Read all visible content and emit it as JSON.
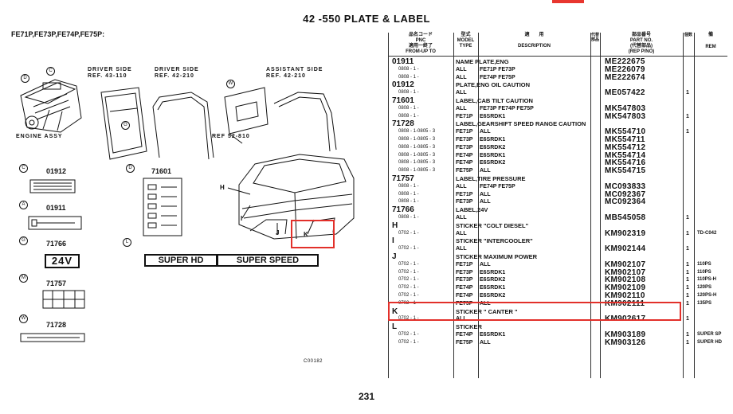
{
  "page": {
    "title": "42 -550    PLATE & LABEL",
    "number": "231",
    "accent_color": "#e8362f",
    "callout_color": "#e2302a"
  },
  "illustration": {
    "model_header": "FE71P,FE73P,FE74P,FE75P:",
    "views": [
      {
        "label": "DRIVER SIDE",
        "ref": "REF. 43-110"
      },
      {
        "label": "DRIVER SIDE",
        "ref": "REF. 42-210"
      },
      {
        "label": "ASSISTANT SIDE",
        "ref": "REF. 42-210"
      }
    ],
    "engine_label": "ENGINE ASSY",
    "ref_bottom": "REF 52-810",
    "codes": {
      "c": "01912",
      "d": "71601",
      "a": "01911",
      "g": "71766",
      "m": "71757",
      "w": "71728"
    },
    "markers": {
      "c": "C",
      "d": "D",
      "a": "A",
      "g": "G",
      "l": "L",
      "m": "M",
      "w": "W"
    },
    "cab_letters": {
      "h": "H",
      "i": "I",
      "j": "J",
      "k": "K"
    },
    "view_letters": {
      "d": "D",
      "c": "C",
      "w": "W",
      "g": "G"
    },
    "sticker_24v": "24V",
    "super_hd": "SUPER HD",
    "super_speed": "SUPER SPEED",
    "drawing_code": "C00182"
  },
  "table": {
    "headers": {
      "pnc_jp": "品名コード",
      "pnc": "PNC",
      "from_jp": "適用一終了",
      "from": "FROM-UP TO",
      "model_jp": "型式",
      "model": "MODEL",
      "type": "TYPE",
      "desc_jp": "適　　用",
      "desc": "DESCRIPTION",
      "alt_jp": "代替部品",
      "part_jp": "部品番号",
      "part": "PART NO.",
      "part_jp2": "(代替部品)",
      "part_rep": "(REP P/NO)",
      "qty_jp": "個数",
      "rem_jp": "備",
      "rem": "REM"
    },
    "rows": [
      {
        "pnc": "01911",
        "from": "",
        "model": "NAME PLATE,ENG",
        "subtype": "",
        "part": "ME222675",
        "qty": "",
        "note": "",
        "is_desc": true
      },
      {
        "pnc": "",
        "from": "0808 - 1 -",
        "model": "ALL",
        "subtype": "FE71P FE73P",
        "part": "ME226079",
        "qty": "",
        "note": ""
      },
      {
        "pnc": "",
        "from": "0808 - 1 -",
        "model": "ALL",
        "subtype": "FE74P FE75P",
        "part": "ME222674",
        "qty": "",
        "note": ""
      },
      {
        "pnc": "01912",
        "from": "",
        "model": "PLATE,ENG OIL CAUTION",
        "subtype": "",
        "part": "",
        "qty": "",
        "note": "",
        "is_desc": true
      },
      {
        "pnc": "",
        "from": "0808 - 1 -",
        "model": "ALL",
        "subtype": "",
        "part": "ME057422",
        "qty": "1",
        "note": ""
      },
      {
        "pnc": "71601",
        "from": "",
        "model": "LABEL,CAB TILT CAUTION",
        "subtype": "",
        "part": "",
        "qty": "",
        "note": "",
        "is_desc": true
      },
      {
        "pnc": "",
        "from": "0808 - 1 -",
        "model": "ALL",
        "subtype": "FE73P FE74P FE75P",
        "part": "MK547803",
        "qty": "",
        "note": ""
      },
      {
        "pnc": "",
        "from": "0808 - 1 -",
        "model": "FE71P",
        "subtype": "E6SRDK1",
        "part": "MK547803",
        "qty": "1",
        "note": ""
      },
      {
        "pnc": "71728",
        "from": "",
        "model": "LABEL,GEARSHIFT SPEED RANGE CAUTION",
        "subtype": "",
        "part": "",
        "qty": "",
        "note": "",
        "is_desc": true
      },
      {
        "pnc": "",
        "from": "0808 - 1-0805 - 3",
        "model": "FE71P",
        "subtype": "ALL",
        "part": "MK554710",
        "qty": "1",
        "note": ""
      },
      {
        "pnc": "",
        "from": "0808 - 1-0805 - 3",
        "model": "FE73P",
        "subtype": "E6SRDK1",
        "part": "MK554711",
        "qty": "",
        "note": ""
      },
      {
        "pnc": "",
        "from": "0808 - 1-0805 - 3",
        "model": "FE73P",
        "subtype": "E6SRDK2",
        "part": "MK554712",
        "qty": "",
        "note": ""
      },
      {
        "pnc": "",
        "from": "0808 - 1-0805 - 3",
        "model": "FE74P",
        "subtype": "E6SRDK1",
        "part": "MK554714",
        "qty": "",
        "note": ""
      },
      {
        "pnc": "",
        "from": "0808 - 1-0805 - 3",
        "model": "FE74P",
        "subtype": "E6SRDK2",
        "part": "MK554716",
        "qty": "",
        "note": ""
      },
      {
        "pnc": "",
        "from": "0808 - 1-0805 - 3",
        "model": "FE75P",
        "subtype": "ALL",
        "part": "MK554715",
        "qty": "",
        "note": ""
      },
      {
        "pnc": "71757",
        "from": "",
        "model": "LABEL,TIRE PRESSURE",
        "subtype": "",
        "part": "",
        "qty": "",
        "note": "",
        "is_desc": true
      },
      {
        "pnc": "",
        "from": "0808 - 1 -",
        "model": "ALL",
        "subtype": "FE74P FE75P",
        "part": "MC093833",
        "qty": "",
        "note": ""
      },
      {
        "pnc": "",
        "from": "0808 - 1 -",
        "model": "FE71P",
        "subtype": "ALL",
        "part": "MC092367",
        "qty": "",
        "note": ""
      },
      {
        "pnc": "",
        "from": "0808 - 1 -",
        "model": "FE73P",
        "subtype": "ALL",
        "part": "MC092364",
        "qty": "",
        "note": ""
      },
      {
        "pnc": "71766",
        "from": "",
        "model": "LABEL,24V",
        "subtype": "",
        "part": "",
        "qty": "",
        "note": "",
        "is_desc": true
      },
      {
        "pnc": "",
        "from": "0808 - 1 -",
        "model": "ALL",
        "subtype": "",
        "part": "MB545058",
        "qty": "1",
        "note": ""
      },
      {
        "pnc": "H",
        "from": "",
        "model": "STICKER \"COLT DIESEL\"",
        "subtype": "",
        "part": "",
        "qty": "",
        "note": "",
        "is_desc": true
      },
      {
        "pnc": "",
        "from": "0702 - 1 -",
        "model": "ALL",
        "subtype": "",
        "part": "KM902319",
        "qty": "1",
        "note": "TD-C042"
      },
      {
        "pnc": "I",
        "from": "",
        "model": "STICKER \"INTERCOOLER\"",
        "subtype": "",
        "part": "",
        "qty": "",
        "note": "",
        "is_desc": true
      },
      {
        "pnc": "",
        "from": "0702 - 1 -",
        "model": "ALL",
        "subtype": "",
        "part": "KM902144",
        "qty": "1",
        "note": ""
      },
      {
        "pnc": "J",
        "from": "",
        "model": "STICKER MAXIMUM POWER",
        "subtype": "",
        "part": "",
        "qty": "",
        "note": "",
        "is_desc": true
      },
      {
        "pnc": "",
        "from": "0702 - 1 -",
        "model": "FE71P",
        "subtype": "ALL",
        "part": "KM902107",
        "qty": "1",
        "note": "110PS"
      },
      {
        "pnc": "",
        "from": "0702 - 1 -",
        "model": "FE73P",
        "subtype": "E6SRDK1",
        "part": "KM902107",
        "qty": "1",
        "note": "110PS"
      },
      {
        "pnc": "",
        "from": "0702 - 1 -",
        "model": "FE73P",
        "subtype": "E6SRDK2",
        "part": "KM902108",
        "qty": "1",
        "note": "110PS-H"
      },
      {
        "pnc": "",
        "from": "0702 - 1 -",
        "model": "FE74P",
        "subtype": "E6SRDK1",
        "part": "KM902109",
        "qty": "1",
        "note": "120PS"
      },
      {
        "pnc": "",
        "from": "0702 - 1 -",
        "model": "FE74P",
        "subtype": "E6SRDK2",
        "part": "KM902110",
        "qty": "1",
        "note": "120PS-H"
      },
      {
        "pnc": "",
        "from": "0702 - 1 -",
        "model": "FE75P",
        "subtype": "ALL",
        "part": "KM902111",
        "qty": "1",
        "note": "135PS"
      },
      {
        "pnc": "K",
        "from": "",
        "model": "STICKER \" CANTER \"",
        "subtype": "",
        "part": "",
        "qty": "",
        "note": "",
        "is_desc": true
      },
      {
        "pnc": "",
        "from": "0702 - 1 -",
        "model": "ALL",
        "subtype": "",
        "part": "KM902617",
        "qty": "1",
        "note": ""
      },
      {
        "pnc": "L",
        "from": "",
        "model": "STICKER",
        "subtype": "",
        "part": "",
        "qty": "",
        "note": "",
        "is_desc": true
      },
      {
        "pnc": "",
        "from": "0702 - 1 -",
        "model": "FE74P",
        "subtype": "E6SRDK1",
        "part": "KM903189",
        "qty": "1",
        "note": "SUPER SP"
      },
      {
        "pnc": "",
        "from": "0702 - 1 -",
        "model": "FE75P",
        "subtype": "ALL",
        "part": "KM903126",
        "qty": "1",
        "note": "SUPER HD"
      }
    ]
  }
}
